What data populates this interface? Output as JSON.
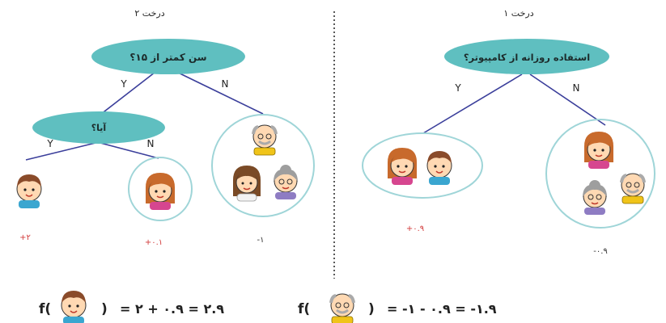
{
  "tree1": {
    "title": "درخت ۱",
    "question": "استفاده روزانه از کامپیوتر؟",
    "yes_label": "Y",
    "no_label": "N",
    "leaf_left_score": "+۰.۹",
    "leaf_right_score": "-۰.۹"
  },
  "tree2": {
    "title": "درخت ۲",
    "root_question": "سن کمتر از ۱۵؟",
    "sub_question": "آیا؟",
    "root_yes_label": "Y",
    "root_no_label": "N",
    "sub_yes_label": "Y",
    "sub_no_label": "N",
    "leaf_boy_score": "+۲",
    "leaf_girl_score": "+۰.۱",
    "leaf_family_score": "-۱"
  },
  "formulas": {
    "boy": {
      "prefix": "f(",
      "suffix": ")",
      "expression": "= ۲ + ۰.۹ = ۲.۹"
    },
    "grandpa": {
      "prefix": "f(",
      "suffix": ")",
      "expression": "= -۱ - ۰.۹ = -۱.۹"
    }
  },
  "colors": {
    "node_fill": "#5fbfc0",
    "edge": "#3b3f9b",
    "leaf_ring": "#9fd5d8",
    "score": "#d23a3a",
    "divider": "#222222"
  }
}
